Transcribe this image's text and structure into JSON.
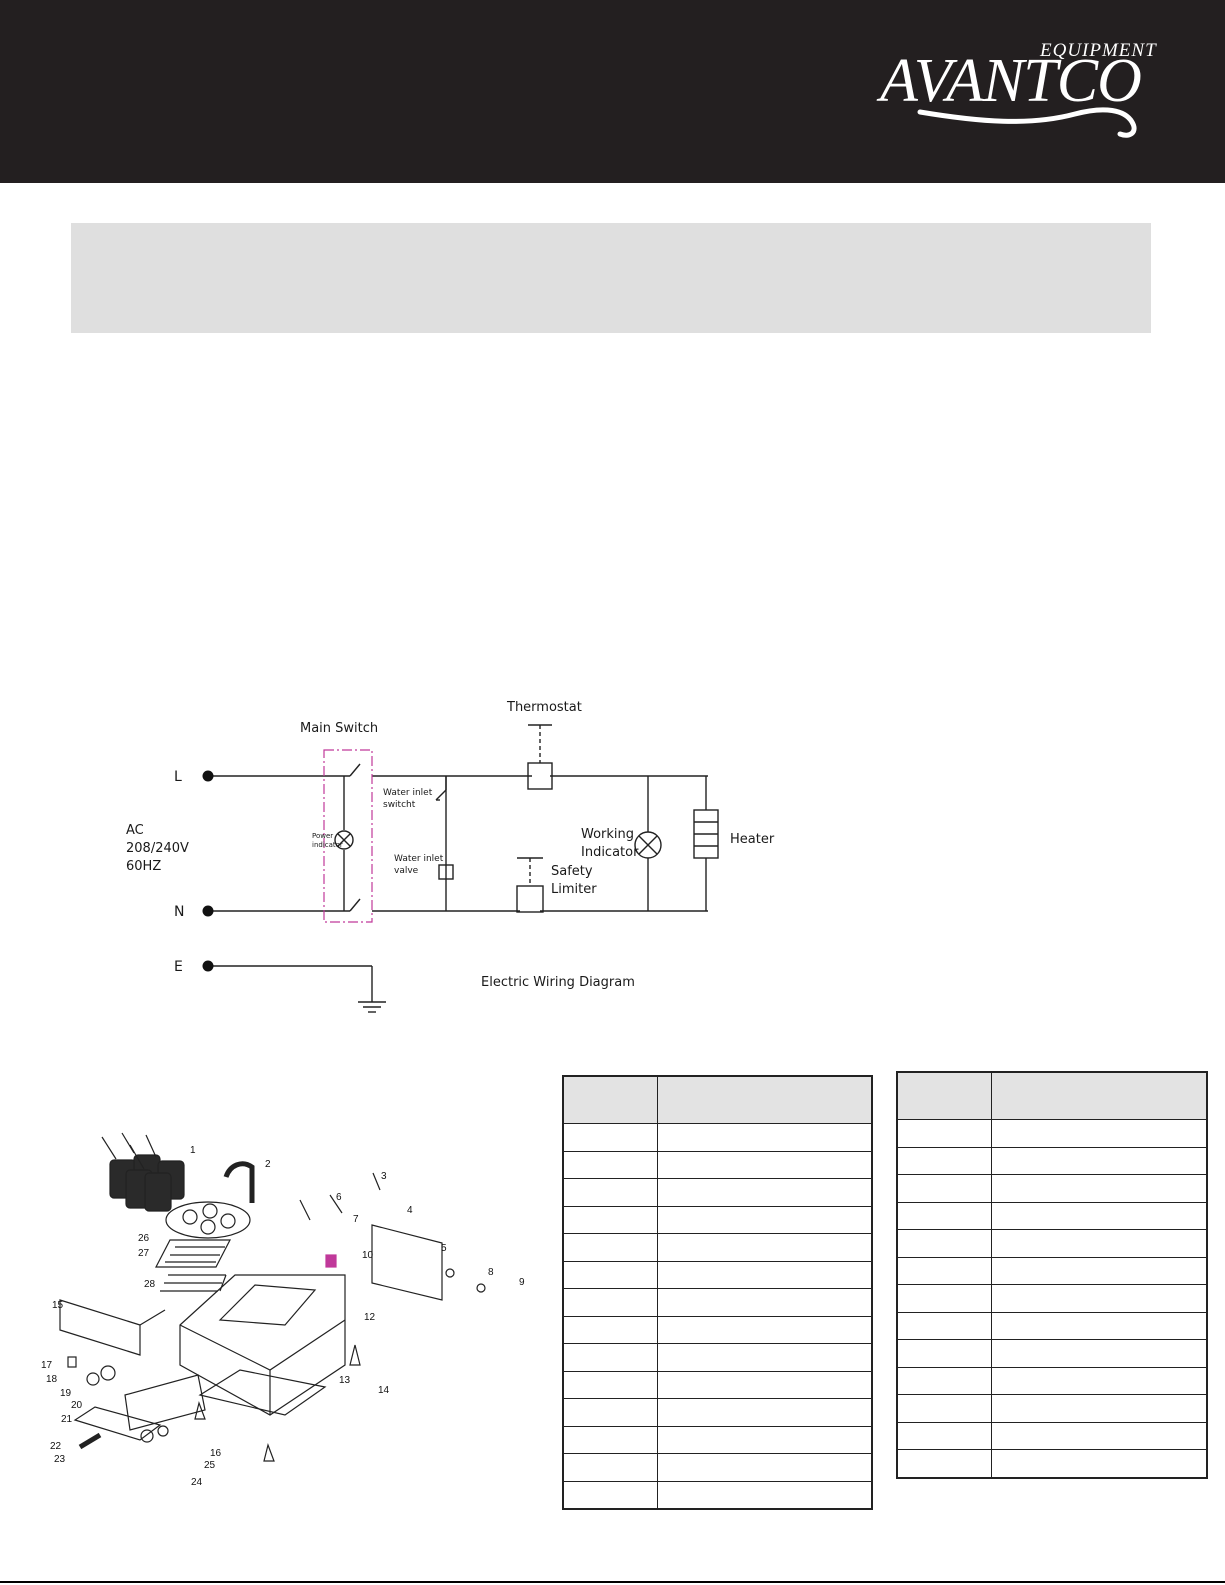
{
  "brand": {
    "word_top": "EQUIPMENT",
    "word_main": "AVANTCO",
    "color": "#ffffff",
    "bar_color": "#231f20"
  },
  "wiring": {
    "title": "Electric Wiring Diagram",
    "terminal_l": "L",
    "terminal_n": "N",
    "terminal_e": "E",
    "supply_line1": "AC",
    "supply_line2": "208/240V",
    "supply_line3": "60HZ",
    "main_switch": "Main Switch",
    "power_indicator_line1": "Power",
    "power_indicator_line2": "indicator",
    "water_inlet_switch_line1": "Water inlet",
    "water_inlet_switch_line2": "switcht",
    "water_inlet_valve_line1": "Water inlet",
    "water_inlet_valve_line2": "valve",
    "thermostat": "Thermostat",
    "safety_limiter_line1": "Safety",
    "safety_limiter_line2": "Limiter",
    "working_indicator_line1": "Working",
    "working_indicator_line2": "Indicator",
    "heater": "Heater",
    "switch_box_color": "#c0399a"
  },
  "parts_callouts": [
    "1",
    "2",
    "3",
    "4",
    "5",
    "6",
    "7",
    "8",
    "9",
    "10",
    "12",
    "13",
    "14",
    "15",
    "16",
    "17",
    "18",
    "19",
    "20",
    "21",
    "22",
    "23",
    "24",
    "25",
    "26",
    "27",
    "28"
  ],
  "parts_table_left_rows": 14,
  "parts_table_right_rows": 13
}
